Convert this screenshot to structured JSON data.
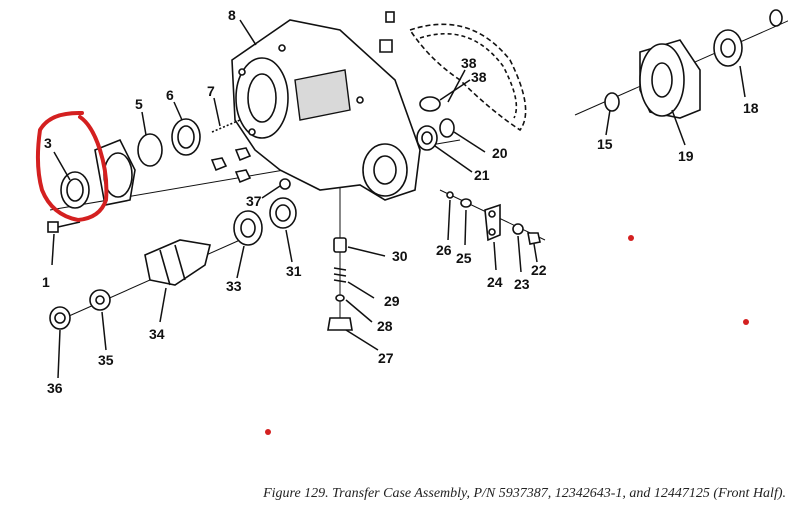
{
  "figure": {
    "caption": "Figure 129.  Transfer Case Assembly, P/N 5937387, 12342643-1, and 12447125 (Front Half)."
  },
  "callouts": [
    {
      "id": "1",
      "text": "1"
    },
    {
      "id": "3",
      "text": "3"
    },
    {
      "id": "5",
      "text": "5"
    },
    {
      "id": "6",
      "text": "6"
    },
    {
      "id": "7",
      "text": "7"
    },
    {
      "id": "8",
      "text": "8"
    },
    {
      "id": "15",
      "text": "15"
    },
    {
      "id": "18",
      "text": "18"
    },
    {
      "id": "19",
      "text": "19"
    },
    {
      "id": "20",
      "text": "20"
    },
    {
      "id": "21",
      "text": "21"
    },
    {
      "id": "22",
      "text": "22"
    },
    {
      "id": "23",
      "text": "23"
    },
    {
      "id": "24",
      "text": "24"
    },
    {
      "id": "25",
      "text": "25"
    },
    {
      "id": "26",
      "text": "26"
    },
    {
      "id": "27",
      "text": "27"
    },
    {
      "id": "28",
      "text": "28"
    },
    {
      "id": "29",
      "text": "29"
    },
    {
      "id": "30",
      "text": "30"
    },
    {
      "id": "31",
      "text": "31"
    },
    {
      "id": "33",
      "text": "33"
    },
    {
      "id": "34",
      "text": "34"
    },
    {
      "id": "35",
      "text": "35"
    },
    {
      "id": "36",
      "text": "36"
    },
    {
      "id": "37",
      "text": "37"
    },
    {
      "id": "38a",
      "text": "38"
    },
    {
      "id": "38b",
      "text": "38"
    }
  ],
  "highlight_color": "#d42020"
}
